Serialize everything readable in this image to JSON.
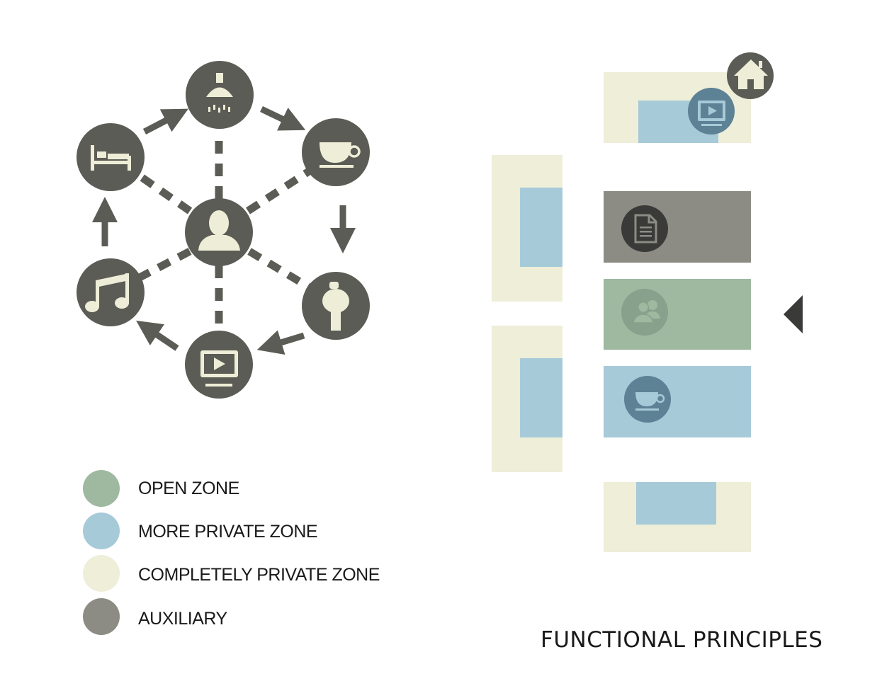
{
  "title": "FUNCTIONAL PRINCIPLES",
  "colors": {
    "node": "#5c5c56",
    "icon": "#eeeed8",
    "open_zone": "#9fb8a0",
    "more_private_zone": "#a7cad9",
    "completely_private_zone": "#eeeed9",
    "auxiliary": "#8c8c84",
    "badge_blue": "#5d8195",
    "badge_green": "#87a18c"
  },
  "legend": [
    {
      "label": "OPEN ZONE",
      "color": "#9fb8a0"
    },
    {
      "label": "MORE PRIVATE ZONE",
      "color": "#a7cad9"
    },
    {
      "label": "COMPLETELY PRIVATE ZONE",
      "color": "#eeeed9"
    },
    {
      "label": "AUXILIARY",
      "color": "#8c8c84"
    }
  ],
  "nodes": [
    {
      "name": "shower-icon"
    },
    {
      "name": "bed-icon"
    },
    {
      "name": "cup-icon"
    },
    {
      "name": "person-icon"
    },
    {
      "name": "music-note-icon"
    },
    {
      "name": "toilet-icon"
    },
    {
      "name": "tv-icon"
    }
  ],
  "plan_icons": [
    "home-icon",
    "tv-icon",
    "document-icon",
    "group-icon",
    "cup-icon",
    "direction-arrow-icon"
  ]
}
